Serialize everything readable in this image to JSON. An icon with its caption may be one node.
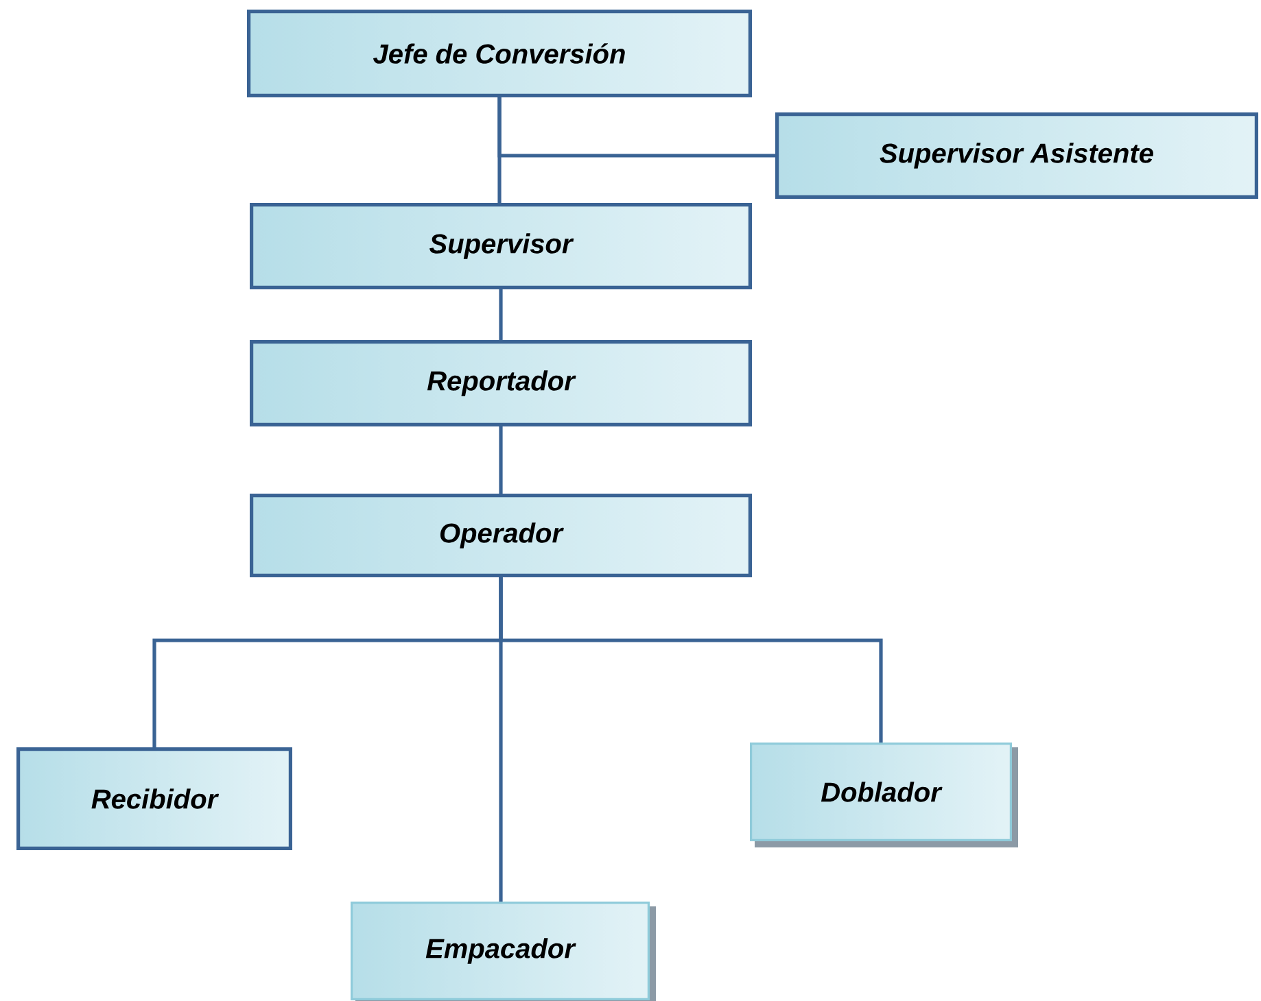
{
  "diagram": {
    "nodes": [
      {
        "text": [
          "Jefe de Conversión"
        ]
      },
      {
        "text": [
          "Supervisor Asistente"
        ]
      },
      {
        "text": [
          "Supervisor"
        ]
      },
      {
        "text": [
          "Reportador"
        ]
      },
      {
        "text": [
          "Operador"
        ]
      },
      {
        "text": [
          "Recibidor"
        ]
      },
      {
        "text": [
          "Doblador"
        ]
      },
      {
        "text": [
          "Empacador"
        ]
      }
    ],
    "edges": [
      {
        "from": 0,
        "to": 2,
        "arrow": "none"
      },
      {
        "from": 0,
        "to": 1,
        "arrow": "none"
      },
      {
        "from": 2,
        "to": 3,
        "arrow": "none"
      },
      {
        "from": 3,
        "to": 4,
        "arrow": "none"
      },
      {
        "from": 4,
        "to": 5,
        "arrow": "none"
      },
      {
        "from": 4,
        "to": 7,
        "arrow": "none"
      },
      {
        "from": 4,
        "to": 6,
        "arrow": "none"
      }
    ]
  }
}
